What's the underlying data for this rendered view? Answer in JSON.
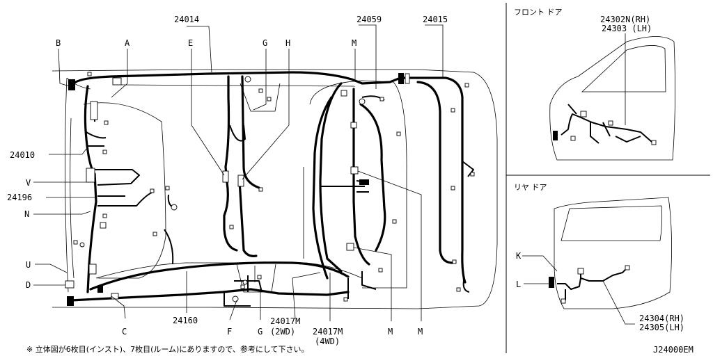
{
  "labels": {
    "p24014": "24014",
    "p24059": "24059",
    "p24015": "24015",
    "p24010": "24010",
    "p24196": "24196",
    "p24160": "24160",
    "p24017m_2wd": "24017M",
    "p24017m_2wd_sub": "(2WD)",
    "p24017m_4wd": "24017M",
    "p24017m_4wd_sub": "(4WD)",
    "B": "B",
    "A": "A",
    "E": "E",
    "G_top": "G",
    "H": "H",
    "M_top": "M",
    "V": "V",
    "N": "N",
    "U": "U",
    "D": "D",
    "C": "C",
    "F": "F",
    "G_bot": "G",
    "M_bot1": "M",
    "M_bot2": "M"
  },
  "front_door": {
    "title": "フロント ドア",
    "part_rh": "24302N(RH)",
    "part_lh": "24303 (LH)"
  },
  "rear_door": {
    "title": "リヤ ドア",
    "K": "K",
    "L": "L",
    "part_rh": "24304(RH)",
    "part_lh": "24305(LH)"
  },
  "footnote": "※ 立体図が6枚目(インスト)、7枚目(ルーム)にありますので、参考にして下さい。",
  "diagram_code": "J24000EM"
}
